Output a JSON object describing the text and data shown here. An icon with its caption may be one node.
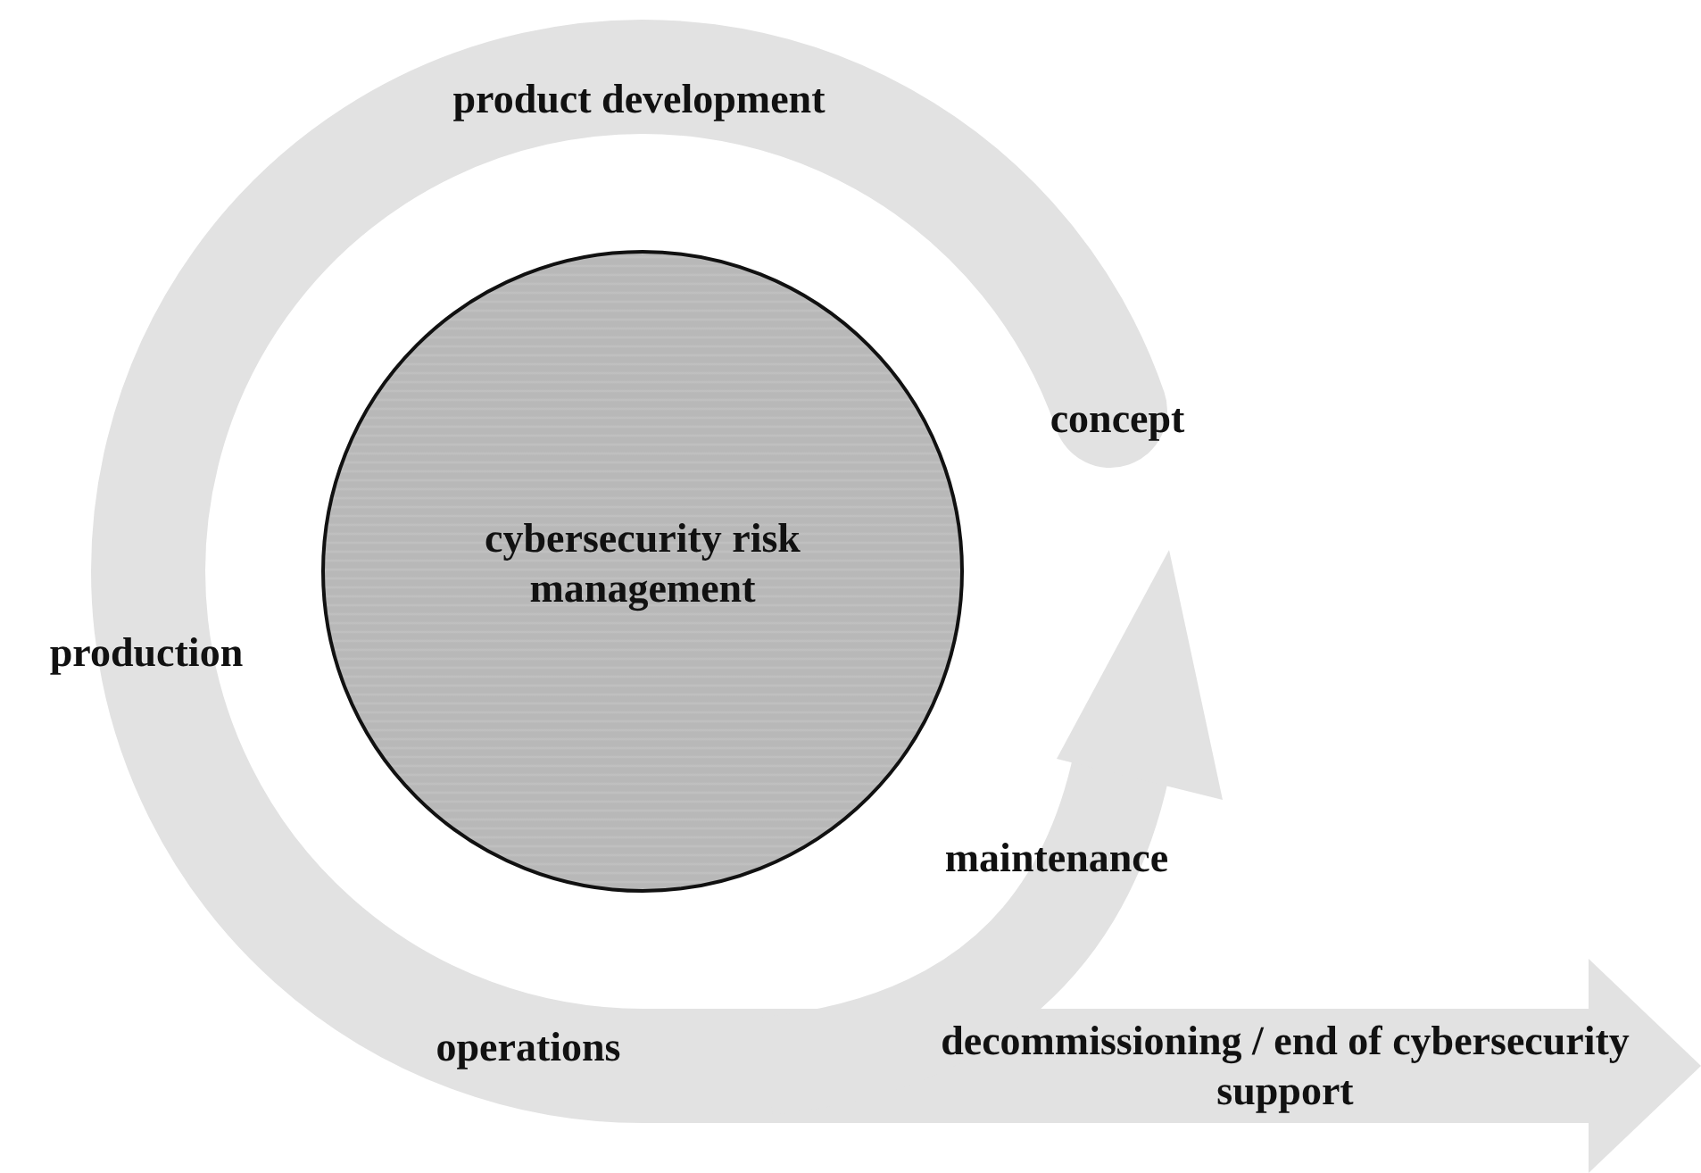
{
  "diagram": {
    "nodes": [
      {
        "text": [
          "cybersecurity risk management"
        ]
      }
    ],
    "labels": [
      "product development",
      "concept",
      "production",
      "maintenance",
      "operations",
      "decommissioning / end of cybersecurity support"
    ]
  }
}
